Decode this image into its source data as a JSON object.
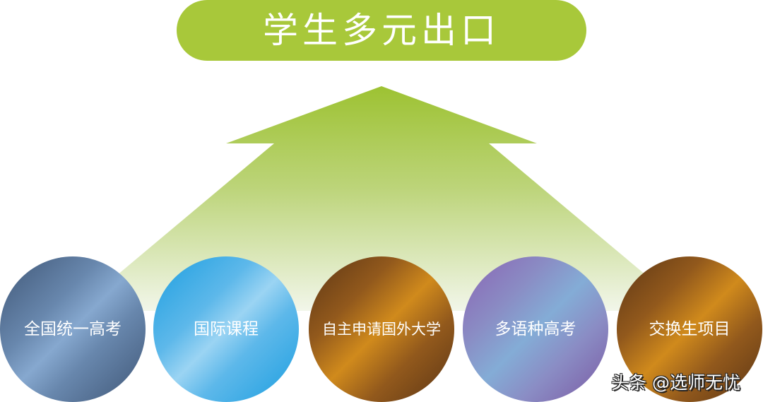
{
  "title": "学生多元出口",
  "colors": {
    "banner": "#a8c83a",
    "arrow_top": "#9dc232",
    "arrow_bottom": "#eef3e2"
  },
  "circles": [
    {
      "label": "全国统一高考",
      "color": "#6887ad"
    },
    {
      "label": "国际课程",
      "color": "#5db8ea"
    },
    {
      "label": "自主申请国外大学",
      "color": "#b0721c"
    },
    {
      "label": "多语种高考",
      "color": "#8a8cc4"
    },
    {
      "label": "交换生项目",
      "color": "#b0721c"
    }
  ],
  "watermark": "头条 @选师无忧"
}
